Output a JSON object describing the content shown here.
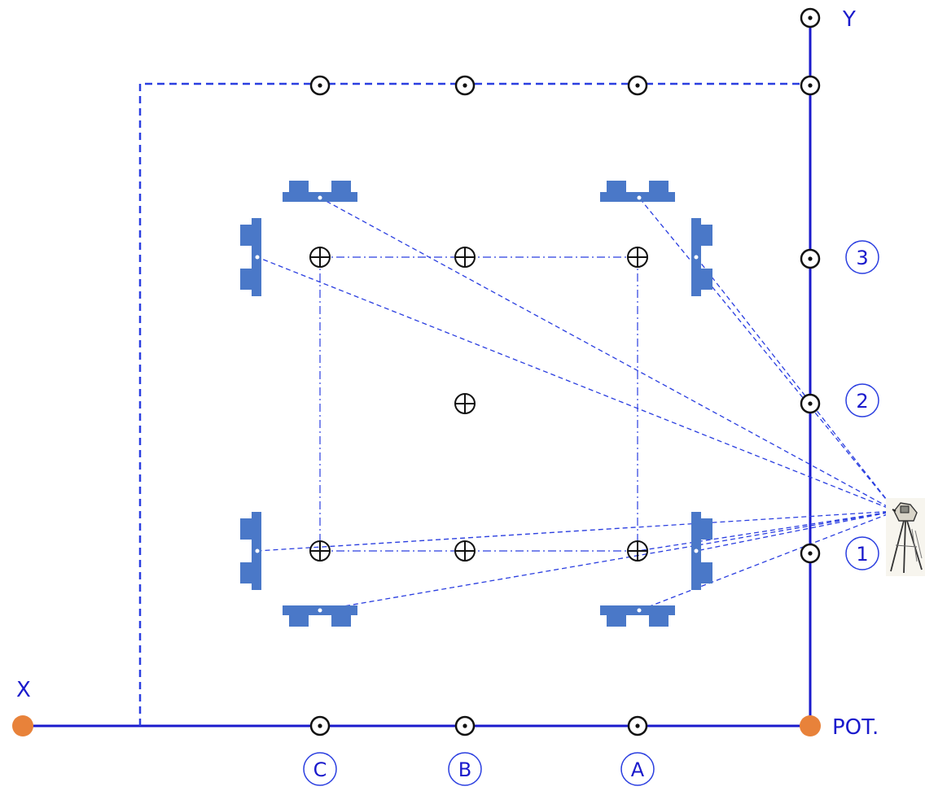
{
  "labels": {
    "x_axis": "X",
    "y_axis": "Y",
    "origin": "POT."
  },
  "grid_markers_x": [
    "C",
    "B",
    "A"
  ],
  "grid_markers_y": [
    "1",
    "2",
    "3"
  ],
  "colors": {
    "line": "#1a1acc",
    "dashed": "#2a3ee0",
    "bracket": "#4a78c8",
    "origin_dot": "#e8823a",
    "marker": "#111111",
    "text": "#1a1acc"
  },
  "icons": {
    "instrument": "theodolite-on-tripod-icon",
    "benchmark": "circle-dot-marker",
    "pillar": "crosshair-circle-marker"
  }
}
